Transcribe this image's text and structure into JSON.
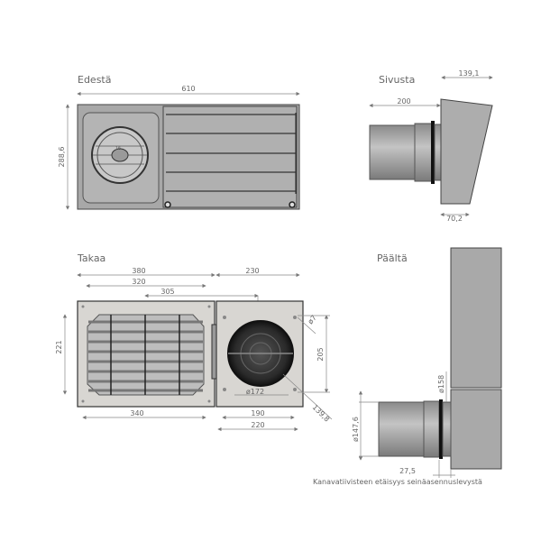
{
  "views": {
    "front": {
      "title": "Edestä",
      "dims": {
        "width": "610",
        "height": "288,6"
      },
      "fan_label": "16"
    },
    "side": {
      "title": "Sivusta",
      "dims": {
        "pipe": "200",
        "hood": "139,1",
        "base": "70,2"
      }
    },
    "back": {
      "title": "Takaa",
      "dims": {
        "d380": "380",
        "d320": "320",
        "d305": "305",
        "d230": "230",
        "d221": "221",
        "d340": "340",
        "d190": "190",
        "d220": "220",
        "d205": "205",
        "d172": "ø172",
        "d7": "ø7",
        "d139_8": "139,8"
      }
    },
    "top": {
      "title": "Päältä",
      "dims": {
        "d147_6": "ø147,6",
        "d158": "ø158",
        "d27_5": "27,5"
      },
      "caption": "Kanavatiivisteen etäisyys seinäasennuslevystä"
    }
  }
}
